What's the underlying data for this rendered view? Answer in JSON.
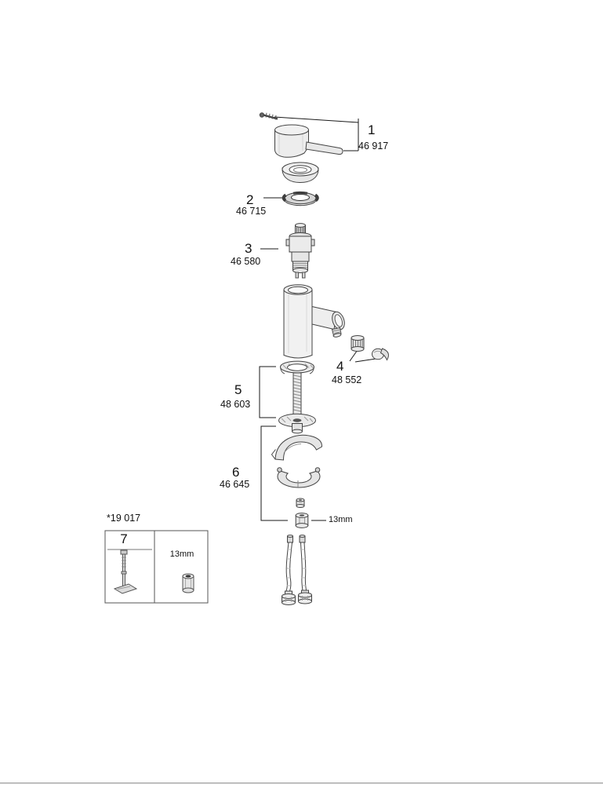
{
  "callouts": {
    "1": {
      "num": "1",
      "part": "46 917"
    },
    "2": {
      "num": "2",
      "part": "46 715"
    },
    "3": {
      "num": "3",
      "part": "46 580"
    },
    "4": {
      "num": "4",
      "part": "48 552"
    },
    "5": {
      "num": "5",
      "part": "48 603"
    },
    "6": {
      "num": "6",
      "part": "46 645"
    },
    "7": {
      "num": "7",
      "part": "*19 017"
    }
  },
  "labels": {
    "hex_inline": "13mm",
    "hex_box": "13mm"
  }
}
